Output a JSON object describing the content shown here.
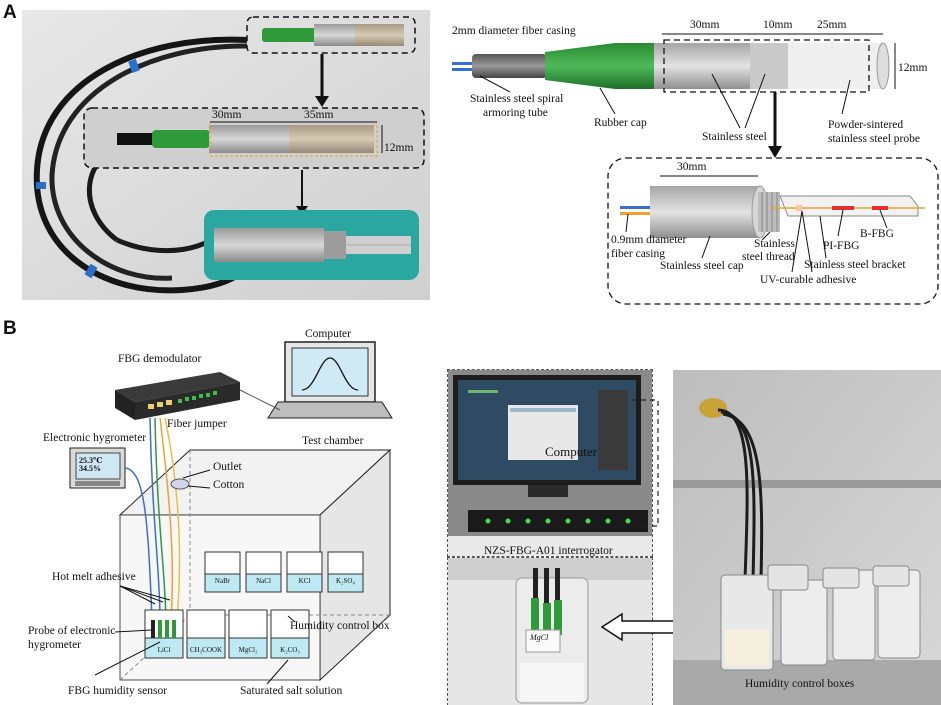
{
  "panels": {
    "a": "A",
    "b": "B"
  },
  "photo_a": {
    "dim_30": "30mm",
    "dim_35": "35mm",
    "dim_12": "12mm"
  },
  "schematic_a": {
    "fiber_casing": "2mm diameter fiber casing",
    "armor_tube_1": "Stainless steel spiral",
    "armor_tube_2": "armoring tube",
    "rubber_cap": "Rubber cap",
    "stainless_steel": "Stainless steel",
    "dim_30": "30mm",
    "dim_10": "10mm",
    "dim_25": "25mm",
    "dim_12": "12mm",
    "probe_1": "Powder-sintered",
    "probe_2": "stainless steel probe"
  },
  "detail_a": {
    "dim_30": "30mm",
    "fiber_casing_1": "0.9mm diameter",
    "fiber_casing_2": "fiber casing",
    "steel_cap": "Stainless steel cap",
    "thread_1": "Stainless",
    "thread_2": "steel thread",
    "pi_fbg": "PI-FBG",
    "b_fbg": "B-FBG",
    "bracket": "Stainless steel bracket",
    "adhesive": "UV-curable adhesive"
  },
  "setup_b": {
    "computer": "Computer",
    "demodulator": "FBG demodulator",
    "fiber_jumper": "Fiber jumper",
    "hygrometer": "Electronic hygrometer",
    "hygro_temp": "25.3℃",
    "hygro_rh": "34.5%",
    "test_chamber": "Test chamber",
    "outlet": "Outlet",
    "cotton": "Cotton",
    "hot_melt": "Hot melt adhesive",
    "probe_hygro_1": "Probe of electronic",
    "probe_hygro_2": "hygrometer",
    "fbg_sensor": "FBG humidity sensor",
    "humidity_box": "Humidity control box",
    "salt_solution": "Saturated salt solution",
    "salts_top": [
      "NaBr",
      "NaCl",
      "KCl",
      "K₂SO₄"
    ],
    "salts_bottom": [
      "LiCl",
      "CH₃COOK",
      "MgCl₂",
      "K₂CO₃"
    ]
  },
  "photo_b": {
    "computer": "Computer",
    "interrogator": "NZS-FBG-A01 interrogator",
    "boxes": "Humidity control boxes",
    "jar_label": "MgCl"
  },
  "colors": {
    "rubber_green": "#2f9a3a",
    "steel": "#b9b9b9",
    "photo_bg": "#d9d9d9",
    "cyan_solution": "#bfe9f2",
    "fiber_orange": "#f0a030",
    "fiber_blue": "#3a6fd0"
  }
}
